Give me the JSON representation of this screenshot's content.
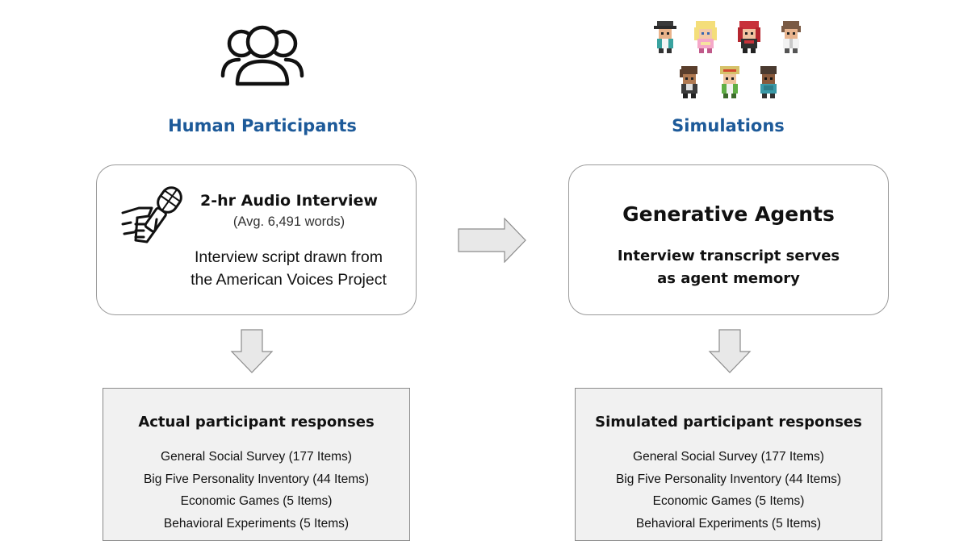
{
  "left": {
    "title": "Human Participants",
    "interview_title": "2-hr Audio Interview",
    "interview_avg": "(Avg. 6,491 words)",
    "script_line1": "Interview script drawn from",
    "script_line2": "the American Voices Project",
    "responses_title": "Actual participant responses",
    "items": [
      "General Social Survey (177 Items)",
      "Big Five Personality Inventory (44 Items)",
      "Economic Games (5 Items)",
      "Behavioral Experiments (5 Items)"
    ]
  },
  "right": {
    "title": "Simulations",
    "agents_title": "Generative Agents",
    "memory_line1": "Interview transcript serves",
    "memory_line2": "as agent memory",
    "responses_title": "Simulated participant responses",
    "items": [
      "General Social Survey (177 Items)",
      "Big Five Personality Inventory (44 Items)",
      "Economic Games (5 Items)",
      "Behavioral Experiments (5 Items)"
    ]
  },
  "icons": {
    "people": "group-icon",
    "microphone": "hand-microphone-icon",
    "agents": "pixel-character-sprites"
  },
  "colors": {
    "title": "#1d5a99",
    "arrow_fill": "#e8e8e8",
    "arrow_stroke": "#8c8c8c",
    "panel_fill": "#f1f1f1"
  }
}
